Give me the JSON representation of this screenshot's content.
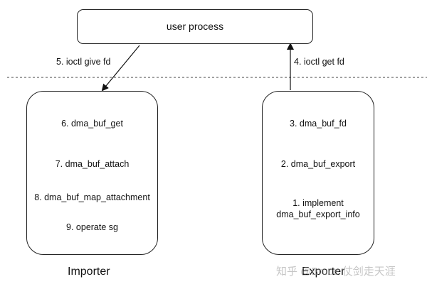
{
  "top": {
    "title": "user process"
  },
  "arrows": {
    "left": "5. ioctl give fd",
    "right": "4. ioctl get fd"
  },
  "importer": {
    "steps": [
      "6. dma_buf_get",
      "7. dma_buf_attach",
      "8. dma_buf_map_attachment",
      "9. operate sg"
    ],
    "caption": "Importer"
  },
  "exporter": {
    "steps": [
      "3. dma_buf_fd",
      "2. dma_buf_export",
      "1. implement",
      "dma_buf_export_info"
    ],
    "caption": "Exporter"
  },
  "watermark": "知乎 @Bruce 仗剑走天涯"
}
